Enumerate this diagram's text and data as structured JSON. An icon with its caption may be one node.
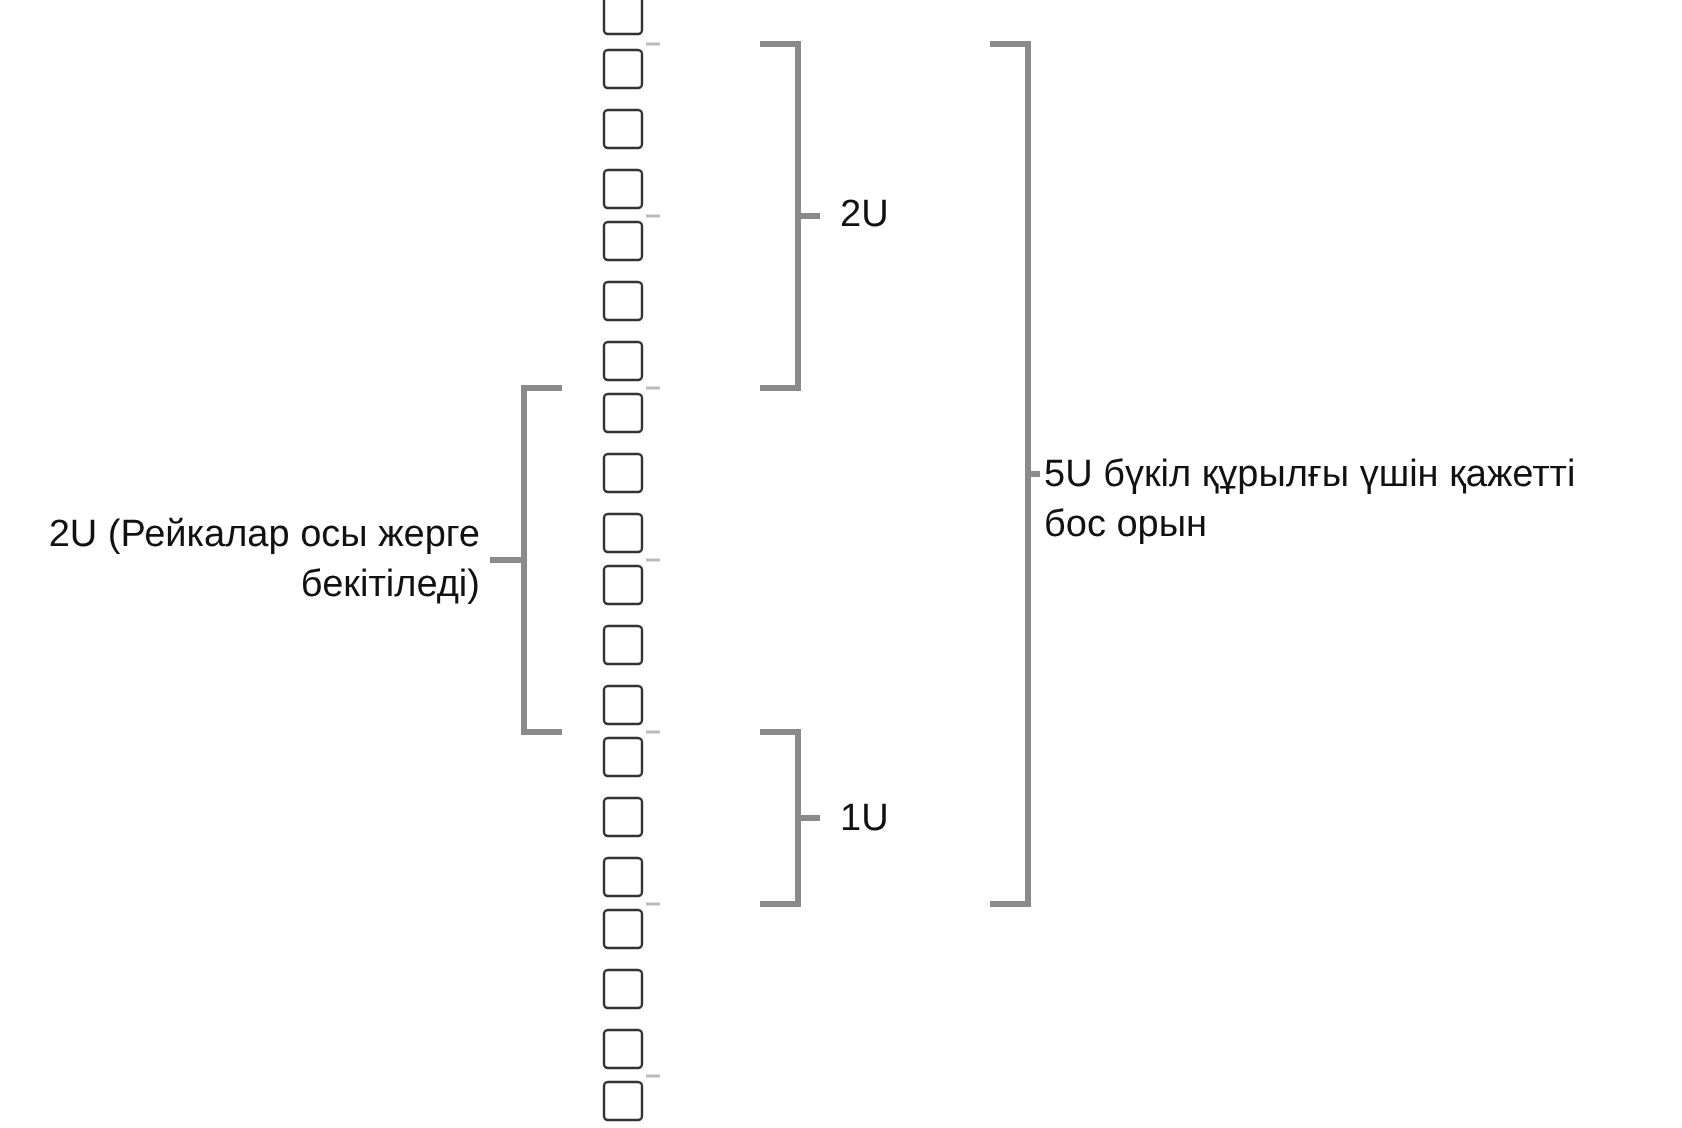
{
  "diagram": {
    "labels": [
      "2U",
      "2U (Рейкалар осы жерге бекітіледі)",
      "5U бүкіл құрылғы үшін қажетті бос орын",
      "1U"
    ]
  }
}
